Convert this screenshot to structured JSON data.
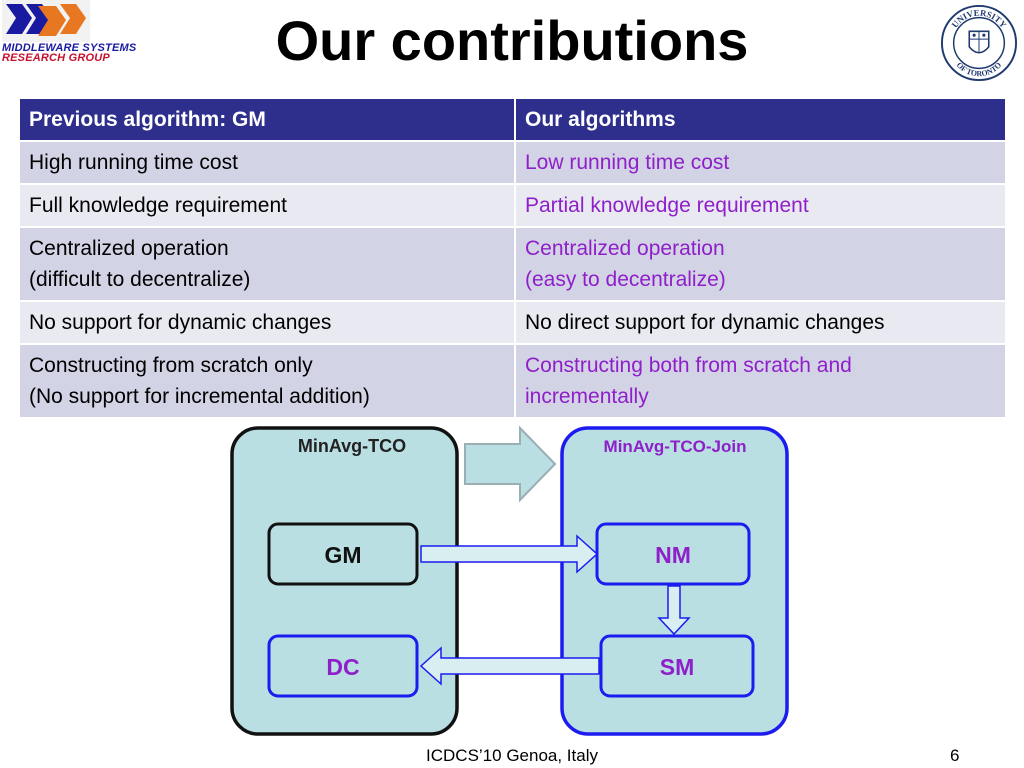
{
  "header": {
    "title": "Our contributions",
    "logo_line1": "MIDDLEWARE SYSTEMS",
    "logo_line2": "RESEARCH GROUP",
    "seal_text_top": "UNIVERSITY",
    "seal_text_bottom": "OF TORONTO"
  },
  "colors": {
    "header_bg": "#2e2e8c",
    "row_odd_bg": "#d3d3e6",
    "row_even_bg": "#e9e9f2",
    "highlight_text": "#8e1fc9",
    "panel_bg": "#b9dfe2",
    "blue_border": "#1c1cf0"
  },
  "table": {
    "headers": [
      "Previous algorithm: GM",
      "Our algorithms"
    ],
    "rows": [
      {
        "left": [
          "High running time cost"
        ],
        "right": [
          "Low running time cost"
        ],
        "right_highlight": true
      },
      {
        "left": [
          "Full knowledge requirement"
        ],
        "right": [
          "Partial knowledge requirement"
        ],
        "right_highlight": true
      },
      {
        "left": [
          "Centralized operation",
          "(difficult to decentralize)"
        ],
        "right": [
          "Centralized operation",
          "(easy to decentralize)"
        ],
        "right_highlight": true
      },
      {
        "left": [
          "No support for dynamic changes"
        ],
        "right": [
          "No direct support for dynamic changes"
        ],
        "right_highlight": false
      },
      {
        "left": [
          "Constructing from scratch only",
          "(No support for incremental addition)"
        ],
        "right": [
          "Constructing both from scratch and",
          "incrementally"
        ],
        "right_highlight": true
      }
    ]
  },
  "diagram": {
    "left_panel_title": "MinAvg-TCO",
    "right_panel_title": "MinAvg-TCO-Join",
    "boxes": {
      "gm": "GM",
      "dc": "DC",
      "nm": "NM",
      "sm": "SM"
    }
  },
  "footer": {
    "text": "ICDCS’10 Genoa, Italy",
    "page": "6"
  }
}
